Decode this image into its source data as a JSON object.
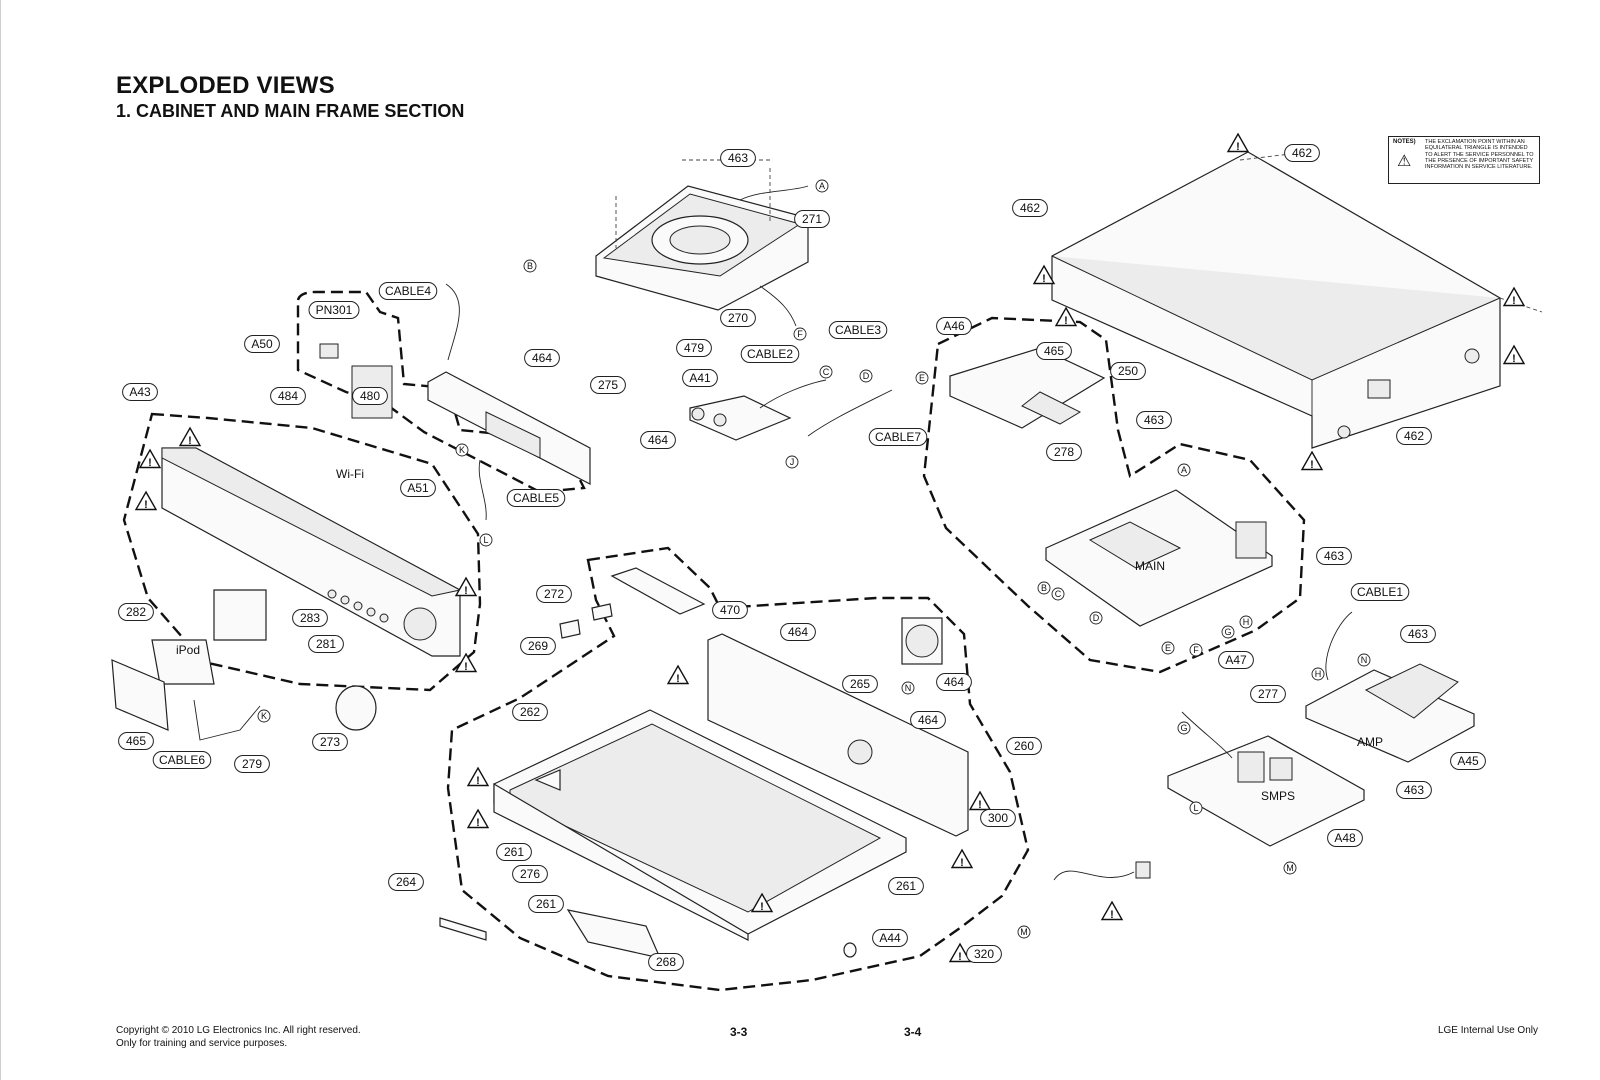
{
  "header": {
    "title": "EXPLODED VIEWS",
    "subtitle": "1. CABINET AND MAIN FRAME SECTION"
  },
  "notes": {
    "heading": "NOTES)",
    "text": "THE EXCLAMATION POINT WITHIN AN EQUILATERAL TRIANGLE IS INTENDED TO ALERT THE SERVICE PERSONNEL TO THE PRESENCE OF IMPORTANT SAFETY INFORMATION IN SERVICE LITERATURE."
  },
  "part_labels": [
    "463",
    "271",
    "270",
    "462",
    "462",
    "462",
    "250",
    "CABLE4",
    "PN301",
    "A50",
    "464",
    "275",
    "464",
    "480",
    "A43",
    "484",
    "A51",
    "CABLE5",
    "479",
    "CABLE2",
    "CABLE3",
    "A41",
    "CABLE7",
    "A46",
    "465",
    "278",
    "463",
    "463",
    "CABLE1",
    "463",
    "A45",
    "463",
    "277",
    "A47",
    "A48",
    "282",
    "283",
    "281",
    "465",
    "CABLE6",
    "279",
    "273",
    "272",
    "269",
    "470",
    "464",
    "265",
    "464",
    "464",
    "260",
    "262",
    "261",
    "276",
    "264",
    "261",
    "268",
    "261",
    "A44",
    "320",
    "300"
  ],
  "inline_labels": [
    "Wi-Fi",
    "iPod",
    "MAIN",
    "AMP",
    "SMPS"
  ],
  "connector_labels": [
    "A",
    "B",
    "C",
    "D",
    "E",
    "F",
    "J",
    "K",
    "L",
    "A",
    "B",
    "C",
    "D",
    "E",
    "F",
    "G",
    "H",
    "H",
    "N",
    "G",
    "L",
    "M",
    "N",
    "K",
    "M"
  ],
  "warning_symbol": "!",
  "footer": {
    "copyright": "Copyright © 2010 LG Electronics Inc. All right reserved.",
    "training": "Only for training and service purposes.",
    "page_left": "3-3",
    "page_right": "3-4",
    "internal": "LGE Internal Use Only"
  }
}
